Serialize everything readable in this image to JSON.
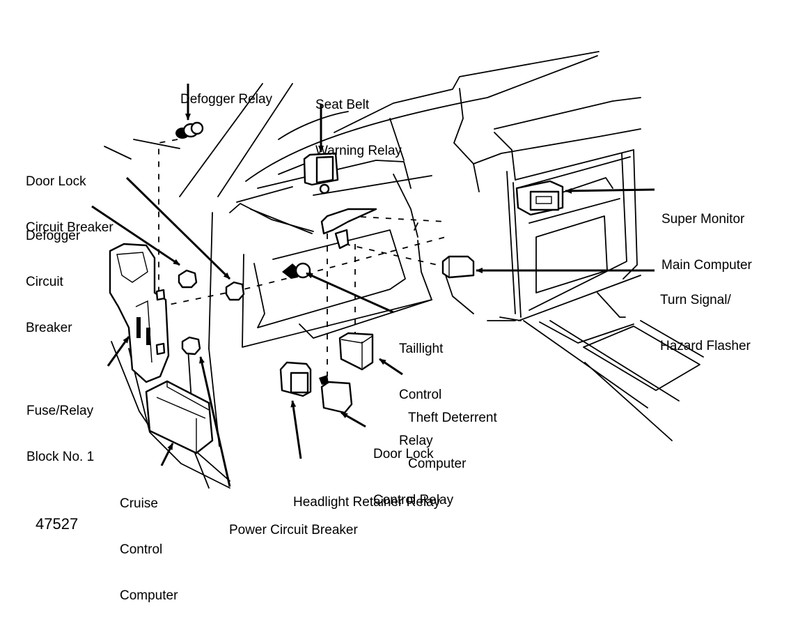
{
  "figure_id": "47527",
  "labels": {
    "defogger_relay": [
      "Defogger Relay"
    ],
    "seat_belt_warning_relay": [
      "Seat Belt",
      "Warning Relay"
    ],
    "door_lock_circuit_breaker": [
      "Door Lock",
      "Circuit Breaker"
    ],
    "defogger_circuit_breaker": [
      "Defogger",
      "Circuit",
      "Breaker"
    ],
    "super_monitor_main_computer": [
      "Super Monitor",
      "Main Computer"
    ],
    "turn_signal_hazard_flasher": [
      "Turn Signal/",
      "Hazard Flasher"
    ],
    "taillight_control_relay": [
      "Taillight",
      "Control",
      "Relay"
    ],
    "fuse_relay_block": [
      "Fuse/Relay",
      "Block No. 1"
    ],
    "theft_deterrent_computer": [
      "Theft Deterrent",
      "Computer"
    ],
    "door_lock_control_relay": [
      "Door Lock",
      "Control Relay"
    ],
    "headlight_retainer_relay": [
      "Headlight Retainer Relay"
    ],
    "cruise_control_computer": [
      "Cruise",
      "Control",
      "Computer"
    ],
    "power_circuit_breaker": [
      "Power Circuit Breaker"
    ]
  }
}
